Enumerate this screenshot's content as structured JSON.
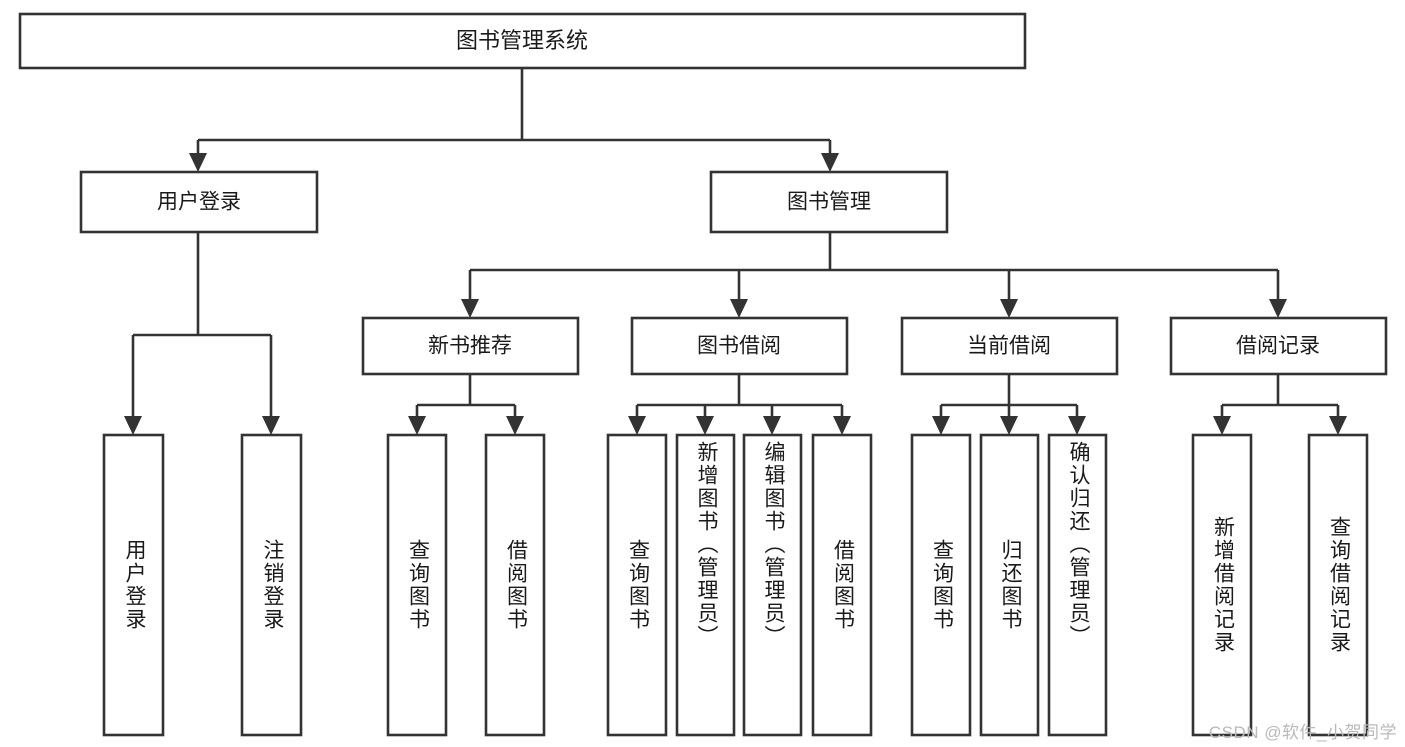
{
  "diagram": {
    "type": "tree",
    "title": "图书管理系统",
    "watermark": "CSDN @软件_小贺同学",
    "colors": {
      "stroke": "#333333",
      "fill": "#ffffff",
      "text": "#1a1a1a",
      "watermark": "#b9b9b9"
    },
    "levels": {
      "level1": {
        "root": "图书管理系统"
      },
      "level2": [
        {
          "label": "用户登录"
        },
        {
          "label": "图书管理"
        }
      ],
      "level3": [
        {
          "label": "新书推荐"
        },
        {
          "label": "图书借阅"
        },
        {
          "label": "当前借阅"
        },
        {
          "label": "借阅记录"
        }
      ],
      "leaves": {
        "user_login": [
          {
            "label": "用户登录"
          },
          {
            "label": "注销登录"
          }
        ],
        "new_book_recommend": [
          {
            "label": "查询图书"
          },
          {
            "label": "借阅图书"
          }
        ],
        "book_borrow": [
          {
            "label": "查询图书"
          },
          {
            "label": "新增图书（管理员）"
          },
          {
            "label": "编辑图书（管理员）"
          },
          {
            "label": "借阅图书"
          }
        ],
        "current_borrow": [
          {
            "label": "查询图书"
          },
          {
            "label": "归还图书"
          },
          {
            "label": "确认归还（管理员）"
          }
        ],
        "borrow_record": [
          {
            "label": "新增借阅记录"
          },
          {
            "label": "查询借阅记录"
          }
        ]
      }
    }
  }
}
